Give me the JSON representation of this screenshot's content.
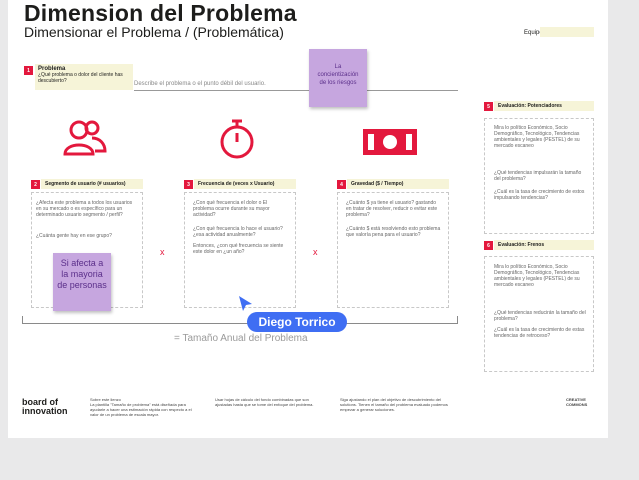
{
  "header": {
    "title": "Dimension del Problema",
    "subtitle": "Dimensionar el Problema / (Problemática)",
    "team_label": "Equipo"
  },
  "problem": {
    "number": "1",
    "title": "Problema",
    "question": "¿Qué problema o dolor del cliente has descubierto?",
    "placeholder": "Describe el problema o el punto débil del usuario.",
    "sticky": "La concientización de los riesgos"
  },
  "columns": [
    {
      "number": "2",
      "title": "Segmento de usuario (# usuarios)",
      "lines": [
        "¿Afecta este problema a todos los usuarios en su mercado o es específico para un determinado usuario segmento / perfil?",
        "¿Cuánta gente hay en ese grupo?"
      ],
      "icon": "users-icon"
    },
    {
      "number": "3",
      "title": "Frecuencia de (veces x Usuario)",
      "lines": [
        "¿Con qué frecuencia el dolor o El problema ocurre durante su mayor actividad?",
        "¿Con qué frecuencia lo hace el usuario? ¿esa actividad anualmente?",
        "Entonces, ¿con qué frecuencia se siente este dolor en ¿un año?"
      ],
      "icon": "stopwatch-icon"
    },
    {
      "number": "4",
      "title": "Gravedad ($ / Tiempo)",
      "lines": [
        "¿Cuánto $ ya tiene el usuario? gastando en tratar de resolver, reducir o evitar este problema?",
        "¿Cuánto $ está resolviendo esto problema que valoría pena para el usuario?"
      ],
      "icon": "money-icon"
    }
  ],
  "sticky_segment": "Si afecta a la mayoria de personas",
  "multiply_sign": "x",
  "formula": "= Tamaño Anual del Problema",
  "cursor_user": "Diego Torrico",
  "side": [
    {
      "number": "5",
      "title": "Evaluación: Potenciadores",
      "lines": [
        "Mira lo político Económico, Socio Demográfico, Tecnológico, Tendencias ambientales y legales (PESTEL) de su mercado escaneo",
        "¿Qué tendencias impulsarán la tamaño del problema?",
        "¿Cuál es la tasa de crecimiento de estos impulsando tendencias?"
      ]
    },
    {
      "number": "6",
      "title": "Evaluación: Frenos",
      "lines": [
        "Mira lo político Económico, Socio Demográfico, Tecnológico, Tendencias ambientales y legales (PESTEL) de su mercado escaneo",
        "¿Qué tendencias reducirán la tamaño del problema?",
        "¿Cuál es la tasa de crecimiento de estas tendencias de retroceso?"
      ]
    }
  ],
  "footer": {
    "logo_line1": "board of",
    "logo_line2": "innovation",
    "col1": "Sobre este lienzo\nLa plantilla \"Tamaño de problema\" está diseñada para ayudarle a hacer una estimación rápida con respecto a el valor de un problema de escala mayor.",
    "col2": "Usar hojas de cálculo del fondo combinadas que son ajustadas hasta que se tome del enfoque del problema.",
    "col3": "Siga ajustando el plan del objetivo de descubrimiento del solutions. Tienen el tamaño del problema evaluado podemos empezar a generar soluciones.",
    "license1": "CREATIVE",
    "license2": "COMMONS"
  },
  "colors": {
    "accent": "#e3183d",
    "sticky": "#c6a6df",
    "label_bg": "#f6f4d8",
    "cursor": "#3f6ef3"
  }
}
